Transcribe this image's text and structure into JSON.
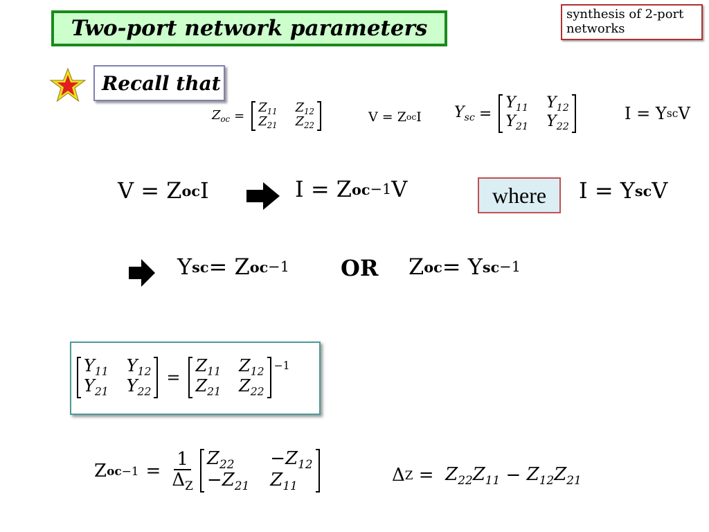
{
  "header": {
    "title": "Two-port network parameters",
    "topic": "synthesis of 2-port networks"
  },
  "recall": {
    "label": "Recall that"
  },
  "row1": {
    "zoc_lhs": "Z",
    "zoc_sub": "oc",
    "eq_sign": "=",
    "zmat": [
      "Z",
      "11",
      "Z",
      "12",
      "Z",
      "21",
      "Z",
      "22"
    ],
    "v_eq": "V =  Z",
    "v_eq_sub": "oc",
    "v_eq_tail": "I",
    "ysc_lhs": "Y",
    "ysc_sub": "sc",
    "ymat": [
      "Y",
      "11",
      "Y",
      "12",
      "Y",
      "21",
      "Y",
      "22"
    ],
    "i_eq": "I =  Y",
    "i_eq_sub": "sc",
    "i_eq_tail": "V"
  },
  "row2": {
    "left": "V =  Z",
    "left_sub": "oc",
    "left_tail": "I",
    "mid": "I =  Z",
    "mid_sub": "oc",
    "mid_sup": "−1",
    "mid_tail": "V",
    "where": "where",
    "right": "I =  Y",
    "right_sub": "sc",
    "right_tail": "V"
  },
  "row3": {
    "left": "Y",
    "left_sub": "sc",
    "left_eq": " =  Z",
    "left_eq_sub": "oc",
    "left_sup": "−1",
    "or": "OR",
    "right": "Z",
    "right_sub": "oc",
    "right_eq": " =  Y",
    "right_eq_sub": "sc",
    "right_sup": "−1"
  },
  "boxed": {
    "eq": "=",
    "sup": "−1"
  },
  "row4": {
    "lhs": "Z",
    "lhs_sub": "oc",
    "lhs_sup": "−1",
    "eq": "=",
    "num": "1",
    "den": "Δ",
    "den_sub": "Z",
    "m11": "Z",
    "m11_sub": "22",
    "m12": "−Z",
    "m12_sub": "12",
    "m21": "−Z",
    "m21_sub": "21",
    "m22": "Z",
    "m22_sub": "11",
    "delta": "Δ",
    "delta_sub": "Z",
    "delta_eq": " =  ",
    "t1": "Z",
    "t1_sub": "22",
    "t2": "Z",
    "t2_sub": "11",
    "minus": " − ",
    "t3": "Z",
    "t3_sub": "12",
    "t4": "Z",
    "t4_sub": "21"
  },
  "colors": {
    "title_bg": "#ccffcc",
    "title_border": "#1a8a1a",
    "star_fill": "#e02020",
    "star_outline": "#f0e020",
    "where_bg": "#dbeef4"
  },
  "icons": [
    "star-icon",
    "arrow-right-icon"
  ]
}
